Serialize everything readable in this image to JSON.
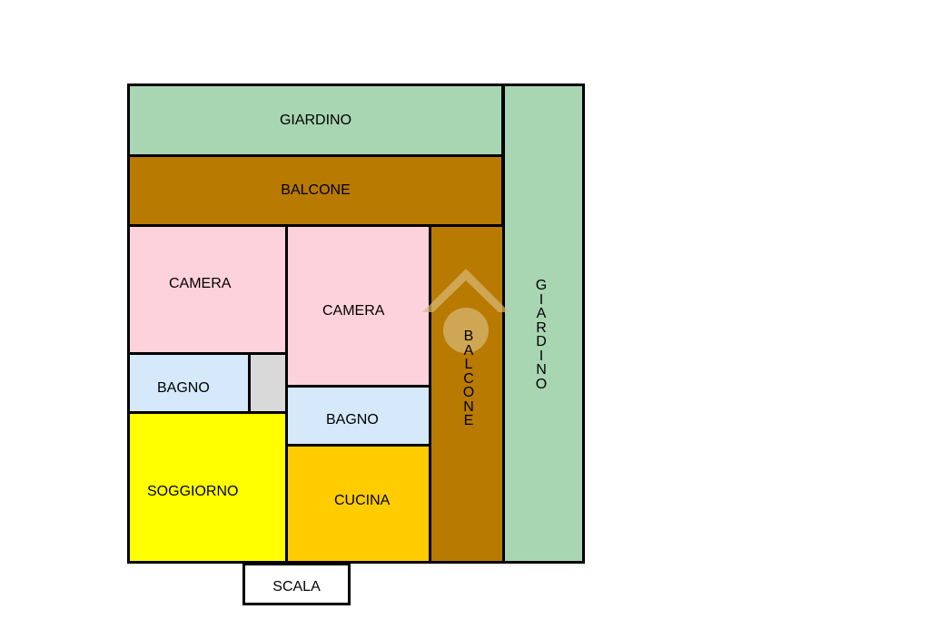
{
  "colors": {
    "garden": "#a9d6b2",
    "balcony": "#b87a00",
    "bedroom": "#fed2dc",
    "bathroom": "#d5e9fa",
    "closet": "#d9d9d9",
    "living": "#ffff00",
    "kitchen": "#ffcc00",
    "stairs": "#ffffff",
    "walls": "#000000"
  },
  "floor_plan": {
    "garden_top": "GIARDINO",
    "balcony_top": "BALCONE",
    "bedroom_left": "CAMERA",
    "bedroom_center": "CAMERA",
    "bathroom_left": "BAGNO",
    "bathroom_center": "BAGNO",
    "living_room": "SOGGIORNO",
    "kitchen": "CUCINA",
    "stairs": "SCALA",
    "balcony_side_letters": [
      "B",
      "A",
      "L",
      "C",
      "O",
      "N",
      "E"
    ],
    "garden_side_letters": [
      "G",
      "I",
      "A",
      "R",
      "D",
      "I",
      "N",
      "O"
    ]
  }
}
